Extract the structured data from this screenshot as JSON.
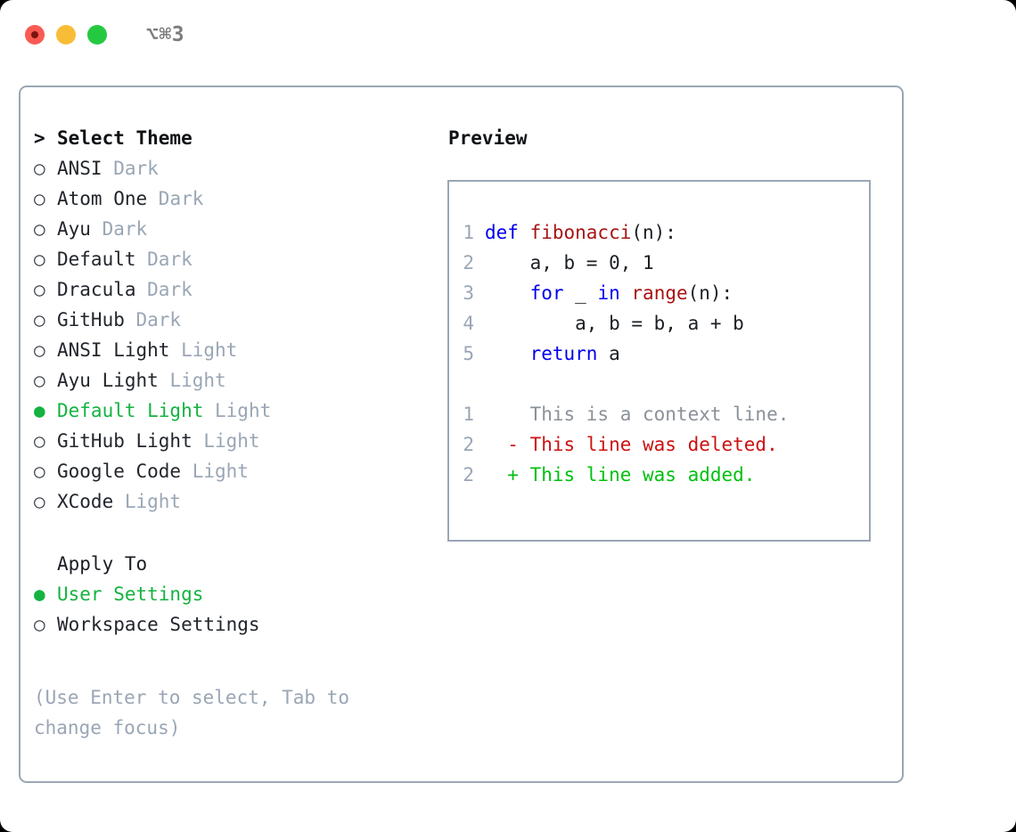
{
  "window": {
    "shortcut": "⌥⌘3",
    "traffic_lights": [
      "close-button",
      "minimize-button",
      "maximize-button"
    ],
    "colors": {
      "close": "#fb5a52",
      "minimize": "#f8bd36",
      "maximize": "#25c940",
      "border": "#9aa6b5",
      "selected_green": "#14b341",
      "muted": "#9aa6b5"
    }
  },
  "theme_panel": {
    "header": "Select Theme",
    "header_marker": ">",
    "items": [
      {
        "marker": "○",
        "name": "ANSI",
        "suffix": "Dark",
        "selected": false
      },
      {
        "marker": "○",
        "name": "Atom One",
        "suffix": "Dark",
        "selected": false
      },
      {
        "marker": "○",
        "name": "Ayu",
        "suffix": "Dark",
        "selected": false
      },
      {
        "marker": "○",
        "name": "Default",
        "suffix": "Dark",
        "selected": false
      },
      {
        "marker": "○",
        "name": "Dracula",
        "suffix": "Dark",
        "selected": false
      },
      {
        "marker": "○",
        "name": "GitHub",
        "suffix": "Dark",
        "selected": false
      },
      {
        "marker": "○",
        "name": "ANSI Light",
        "suffix": "Light",
        "selected": false
      },
      {
        "marker": "○",
        "name": "Ayu Light",
        "suffix": "Light",
        "selected": false
      },
      {
        "marker": "●",
        "name": "Default Light",
        "suffix": "Light",
        "selected": true
      },
      {
        "marker": "○",
        "name": "GitHub Light",
        "suffix": "Light",
        "selected": false
      },
      {
        "marker": "○",
        "name": "Google Code",
        "suffix": "Light",
        "selected": false
      },
      {
        "marker": "○",
        "name": "XCode",
        "suffix": "Light",
        "selected": false
      }
    ]
  },
  "apply_to": {
    "header": "Apply To",
    "items": [
      {
        "marker": "●",
        "label": "User Settings",
        "selected": true
      },
      {
        "marker": "○",
        "label": "Workspace Settings",
        "selected": false
      }
    ]
  },
  "hint": "(Use Enter to select, Tab to change focus)",
  "preview": {
    "title": "Preview",
    "code_lines": [
      {
        "no": "1",
        "tokens": [
          {
            "t": "def ",
            "c": "kw"
          },
          {
            "t": "fibonacci",
            "c": "fn"
          },
          {
            "t": "(n):",
            "c": "plain"
          }
        ]
      },
      {
        "no": "2",
        "tokens": [
          {
            "t": "    a, b = 0, 1",
            "c": "plain"
          }
        ]
      },
      {
        "no": "3",
        "tokens": [
          {
            "t": "    ",
            "c": "plain"
          },
          {
            "t": "for",
            "c": "kw"
          },
          {
            "t": " _ ",
            "c": "plain"
          },
          {
            "t": "in",
            "c": "kw"
          },
          {
            "t": " ",
            "c": "plain"
          },
          {
            "t": "range",
            "c": "fn"
          },
          {
            "t": "(n):",
            "c": "plain"
          }
        ]
      },
      {
        "no": "4",
        "tokens": [
          {
            "t": "        a, b = b, a + b",
            "c": "plain"
          }
        ]
      },
      {
        "no": "5",
        "tokens": [
          {
            "t": "    ",
            "c": "plain"
          },
          {
            "t": "return",
            "c": "kw"
          },
          {
            "t": " a",
            "c": "plain"
          }
        ]
      }
    ],
    "diff_lines": [
      {
        "no": "1",
        "sign": " ",
        "text": "This is a context line.",
        "kind": "context"
      },
      {
        "no": "2",
        "sign": "-",
        "text": "This line was deleted.",
        "kind": "del"
      },
      {
        "no": "2",
        "sign": "+",
        "text": "This line was added.",
        "kind": "add"
      }
    ]
  }
}
